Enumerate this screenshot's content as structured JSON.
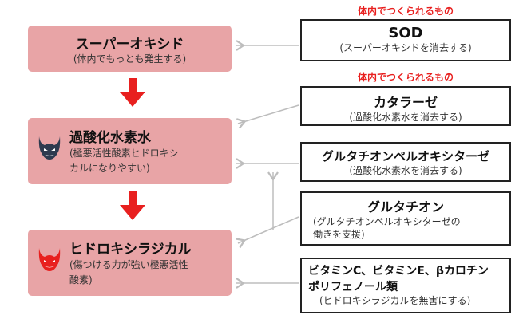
{
  "notes": {
    "top": "体内でつくられるもの",
    "middle": "体内でつくられるもの"
  },
  "left": {
    "superoxide": {
      "title": "スーパーオキシド",
      "sub": "(体内でもっとも発生する)"
    },
    "peroxide": {
      "title": "過酸化水素水",
      "sub_line1": "(極悪活性酸素ヒドロキシ",
      "sub_line2": "カルになりやすい)"
    },
    "hydroxyl": {
      "title": "ヒドロキシラジカル",
      "sub_line1": "(傷つける力が強い極悪活性",
      "sub_line2": "酸素)"
    }
  },
  "right": {
    "sod": {
      "title": "SOD",
      "sub": "(スーパーオキシドを消去する)"
    },
    "catalase": {
      "title": "カタラーゼ",
      "sub": "(過酸化水素水を消去する)"
    },
    "gpx": {
      "title": "グルタチオンペルオキシターゼ",
      "sub": "(過酸化水素水を消去する)"
    },
    "glutathione": {
      "title": "グルタチオン",
      "sub_line1": "(グルタチオンペルオキシターゼの",
      "sub_line2": "働きを支援)"
    },
    "vitamins": {
      "title_line1": "ビタミンC、ビタミンE、βカロチン",
      "title_line2": "ポリフェノール類",
      "sub": "(ヒドロキシラジカルを無害にする)"
    }
  },
  "colors": {
    "box_fill": "#e8a4a6",
    "arrow_red": "#e8201f",
    "connector_gray": "#bdbdbd",
    "devil_navy": "#2e3a4f",
    "devil_red": "#e8201f"
  },
  "icons": [
    "devil-icon-navy",
    "devil-icon-red"
  ]
}
